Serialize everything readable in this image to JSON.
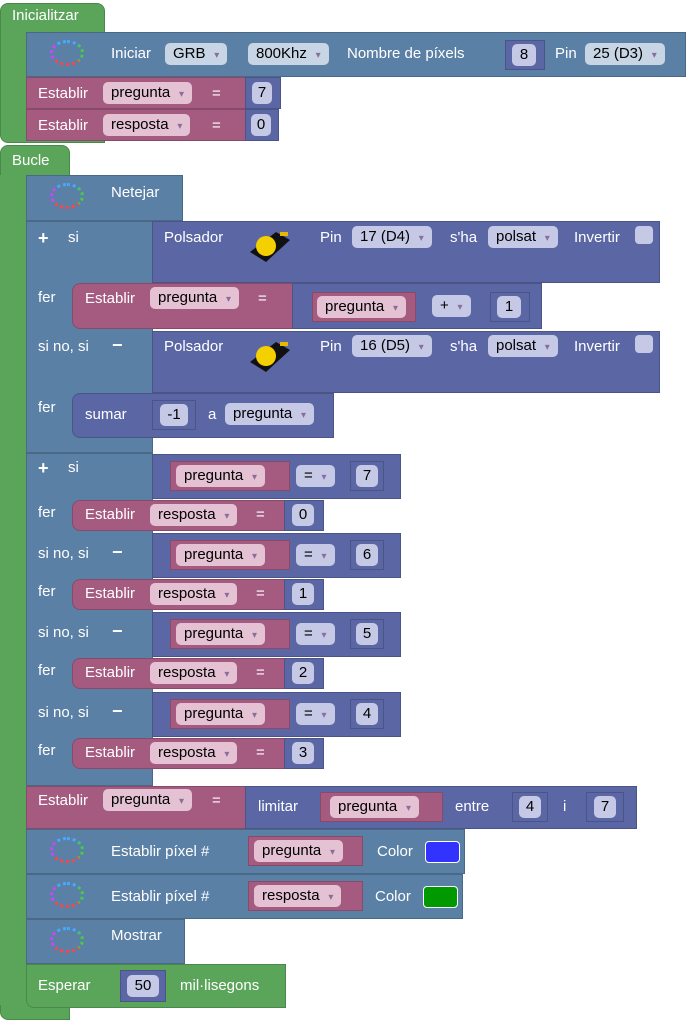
{
  "init": {
    "hat": "Inicialitzar",
    "neopixel": {
      "logo": "Neo Pixel",
      "label": "Iniciar",
      "order": "GRB",
      "freq": "800Khz",
      "count_label": "Nombre de píxels",
      "count": "8",
      "pin_label": "Pin",
      "pin": "25 (D3)"
    },
    "set1": {
      "label": "Establir",
      "var": "pregunta",
      "eq": "=",
      "value": "7"
    },
    "set2": {
      "label": "Establir",
      "var": "resposta",
      "eq": "=",
      "value": "0"
    }
  },
  "loop": {
    "hat": "Bucle",
    "clear": {
      "label": "Netejar"
    },
    "if1": {
      "plus": "+",
      "si": "si",
      "fer": "fer",
      "elseif": "si no, si",
      "minus": "−",
      "cond1": {
        "label": "Polsador",
        "pin_label": "Pin",
        "pin": "17 (D4)",
        "sha": "s'ha",
        "state": "polsat",
        "invert": "Invertir"
      },
      "do1": {
        "label": "Establir",
        "var": "pregunta",
        "eq": "=",
        "a": "pregunta",
        "op": "+",
        "b": "1"
      },
      "cond2": {
        "label": "Polsador",
        "pin_label": "Pin",
        "pin": "16 (D5)",
        "sha": "s'ha",
        "state": "polsat",
        "invert": "Invertir"
      },
      "do2": {
        "label": "sumar",
        "value": "-1",
        "a": "a",
        "var": "pregunta"
      }
    },
    "if2": {
      "plus": "+",
      "si": "si",
      "fer": "fer",
      "elseif": "si no, si",
      "minus": "−",
      "branches": [
        {
          "var": "pregunta",
          "op": "=",
          "cmp": "7",
          "set_label": "Establir",
          "set_var": "resposta",
          "eq": "=",
          "val": "0"
        },
        {
          "var": "pregunta",
          "op": "=",
          "cmp": "6",
          "set_label": "Establir",
          "set_var": "resposta",
          "eq": "=",
          "val": "1"
        },
        {
          "var": "pregunta",
          "op": "=",
          "cmp": "5",
          "set_label": "Establir",
          "set_var": "resposta",
          "eq": "=",
          "val": "2"
        },
        {
          "var": "pregunta",
          "op": "=",
          "cmp": "4",
          "set_label": "Establir",
          "set_var": "resposta",
          "eq": "=",
          "val": "3"
        }
      ]
    },
    "constrain": {
      "label": "Establir",
      "var": "pregunta",
      "eq": "=",
      "fn": "limitar",
      "arg": "pregunta",
      "between": "entre",
      "low": "4",
      "and": "i",
      "high": "7"
    },
    "pix1": {
      "label": "Establir píxel #",
      "var": "pregunta",
      "color_label": "Color",
      "color": "#3333ff"
    },
    "pix2": {
      "label": "Establir píxel #",
      "var": "resposta",
      "color_label": "Color",
      "color": "#009900"
    },
    "show": {
      "label": "Mostrar"
    },
    "wait": {
      "label": "Esperar",
      "value": "50",
      "unit": "mil·lisegons"
    }
  }
}
